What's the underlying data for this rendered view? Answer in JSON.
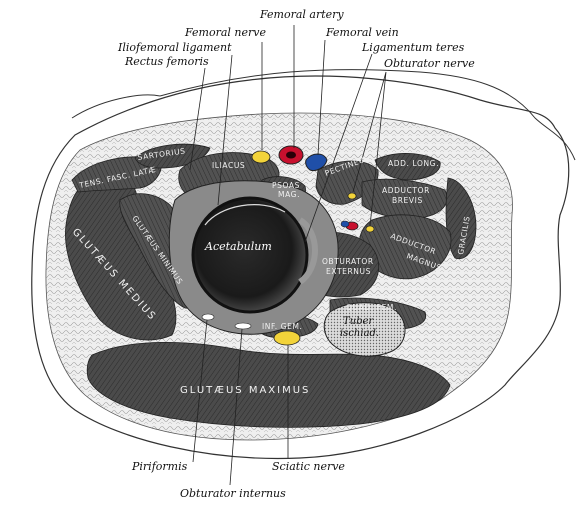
{
  "labels": {
    "femoral_artery": "Femoral artery",
    "femoral_nerve": "Femoral nerve",
    "femoral_vein": "Femoral vein",
    "iliofemoral_ligament": "Iliofemoral ligament",
    "rectus_femoris": "Rectus femoris",
    "ligamentum_teres": "Ligamentum teres",
    "obturator_nerve": "Obturator nerve",
    "piriformis": "Piriformis",
    "sciatic_nerve": "Sciatic nerve",
    "obturator_internus": "Obturator internus"
  },
  "muscles": {
    "sartorius": "SARTORIUS",
    "tensor_fasciae": "TENS. FASC. LATÆ",
    "iliacus": "ILIACUS",
    "psoas_magnus": [
      "PSOAS",
      "MAG."
    ],
    "pectineus": "PECTINEUS",
    "add_long": "ADD. LONG.",
    "adductor_brevis": [
      "ADDUCTOR",
      "BREVIS"
    ],
    "adductor_magnus": [
      "ADDUCTOR",
      "MAGNUS"
    ],
    "gracilis": "GRACILIS",
    "gluteus_medius": "GLUTÆUS MEDIUS",
    "gluteus_minimus": "GLUTÆUS MINIMUS",
    "obturator_externus": [
      "OBTURATOR",
      "EXTERNUS"
    ],
    "quad_fem": "QUAD. FEM.",
    "inf_gem": "INF. GEM.",
    "gluteus_maximus": "GLUTÆUS MAXIMUS"
  },
  "structures": {
    "acetabulum": "Acetabulum",
    "tuber_ischiad": [
      "Tuber",
      "ischiad."
    ]
  },
  "colors": {
    "artery": "#c8102e",
    "vein": "#1f4fa8",
    "nerve": "#f2d33a",
    "muscle": "#4a4a4a",
    "fat": "#e6e6e6"
  }
}
